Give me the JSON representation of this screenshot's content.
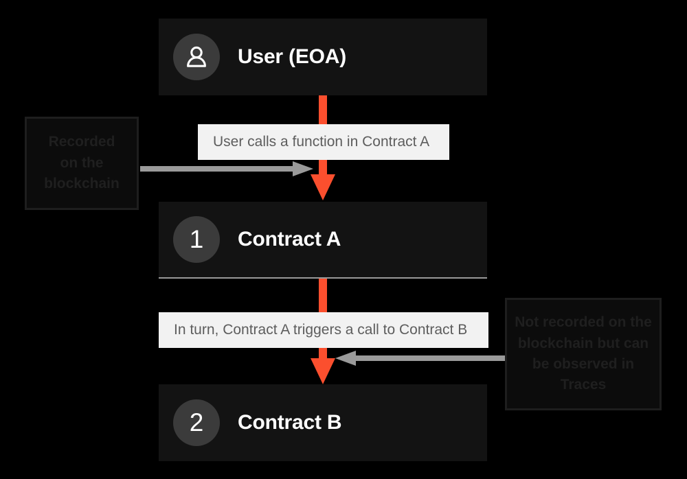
{
  "diagram": {
    "title": "Contract call flow recorded on blockchain vs traces",
    "background_color": "#000000",
    "accent_color": "#fb4f2e",
    "node_fill": "#131313",
    "chip_fill": "#f2f2f2"
  },
  "nodes": [
    {
      "id": "user",
      "badge": "person-icon",
      "badge_kind": "icon",
      "label": "User (EOA)"
    },
    {
      "id": "contract-a",
      "badge": "1",
      "badge_kind": "number",
      "label": "Contract A"
    },
    {
      "id": "contract-b",
      "badge": "2",
      "badge_kind": "number",
      "label": "Contract B"
    }
  ],
  "edge_labels": [
    {
      "id": "edge-user-to-a",
      "text": "User calls a function in Contract A"
    },
    {
      "id": "edge-a-to-b",
      "text": "In turn, Contract A triggers a call to Contract B"
    }
  ],
  "annotations": [
    {
      "id": "annotation-recorded",
      "lines": [
        "Recorded",
        "on the",
        "blockchain"
      ],
      "points_to": "edge-user-to-a",
      "direction": "right"
    },
    {
      "id": "annotation-not-recorded",
      "lines": [
        "Not recorded on the",
        "blockchain but can",
        "be observed in",
        "Traces"
      ],
      "points_to": "edge-a-to-b",
      "direction": "left"
    }
  ]
}
